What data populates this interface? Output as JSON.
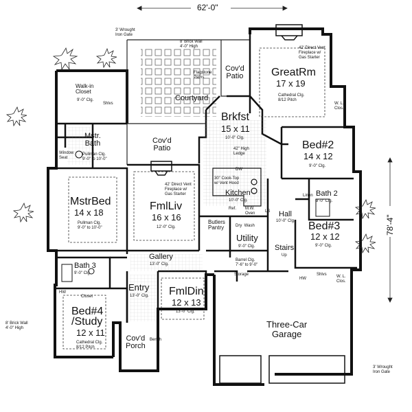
{
  "dims": {
    "width": "62'-0\"",
    "depth": "78'-4\""
  },
  "rooms": {
    "greatrm": {
      "name": "GreatRm",
      "size": "17 x 19",
      "note": "Cathedral Clg.\n8/12 Pitch"
    },
    "covd_patio_top": {
      "name": "Cov'd\nPatio"
    },
    "courtyard": {
      "name": "Courtyard"
    },
    "brkfst": {
      "name": "Brkfst",
      "size": "15 x 11",
      "note": "10'-0\" Clg."
    },
    "bed2": {
      "name": "Bed#2",
      "size": "14 x 12",
      "note": "9'-0\" Clg."
    },
    "walkin": {
      "name": "Walk-in\nCloset",
      "note": "9'-0\" Clg."
    },
    "mstr_bath": {
      "name": "Mstr.\nBath",
      "note": "Pullman Clg.\n9'-0\" to 10'-0\""
    },
    "covd_patio_mid": {
      "name": "Cov'd\nPatio"
    },
    "mstrbed": {
      "name": "MstrBed",
      "size": "14 x 18",
      "note": "Pullman Clg.\n9'-0\" to 10'-0\""
    },
    "fmlliv": {
      "name": "FmlLiv",
      "size": "16 x 16",
      "note": "12'-0\" Clg."
    },
    "kitchen": {
      "name": "Kitchen",
      "note": "10'-0\" Clg."
    },
    "bath2": {
      "name": "Bath 2",
      "note": "9'-0\" Clg."
    },
    "bed3": {
      "name": "Bed#3",
      "size": "12 x 12",
      "note": "9'-0\" Clg."
    },
    "utility": {
      "name": "Utility",
      "note": "9'-0\" Clg."
    },
    "hall": {
      "name": "Hall",
      "note": "10'-0\" Clg."
    },
    "stairs": {
      "name": "Stairs",
      "note": "Up"
    },
    "butlers": {
      "name": "Butlers\nPantry"
    },
    "gallery": {
      "name": "Gallery",
      "note": "13'-0\" Clg."
    },
    "bath3": {
      "name": "Bath 3",
      "note": "9'-0\" Clg."
    },
    "entry": {
      "name": "Entry",
      "note": "13'-0\" Clg."
    },
    "fmldin": {
      "name": "FmlDin",
      "size": "12 x 13",
      "note": "13'-0\" Clg."
    },
    "storage": {
      "name": "Storage"
    },
    "bed4": {
      "name": "Bed#4\n/Study",
      "size": "12 x 11",
      "note": "Cathedral Clg.\n8/12 Pitch"
    },
    "covd_porch": {
      "name": "Cov'd\nPorch"
    },
    "garage": {
      "name": "Three-Car\nGarage"
    }
  },
  "notes": {
    "iron_gate_top": "3' Wrought\nIron Gate",
    "brick_wall_top": "8' Brick Wall\n4'-0\" High",
    "flagstone": "Flagstone\nPaths",
    "fireplace_greatrm": "42' Direct Vent\nFireplace w/\nGas Starter",
    "fireplace_fmlliv": "42' Direct Vent\nFireplace w/\nGas Starter",
    "high_ledge": "42\" High\nLedge",
    "cooktop": "30\" Cook-Top\nw/ Vent Hood",
    "barrel_clg": "Barrel Clg.\n7'-6\" to 9'-0\"",
    "brick_wall_left": "8' Brick Wall\n4'-0\" High",
    "iron_gate_bottom": "3' Wrought\nIron Gate",
    "dryer_wash": "Dry  Wash",
    "refr": "Ref.",
    "mw_oven": "M.W.\nOven",
    "ls": "LS",
    "dw": "DW",
    "shlvs": "Shlvs",
    "wl_clos": "W. L.\nClos.",
    "linen": "Linen",
    "closet": "Closet",
    "hw": "HW",
    "bench": "Bench",
    "window_seat": "Window\nSeat"
  }
}
